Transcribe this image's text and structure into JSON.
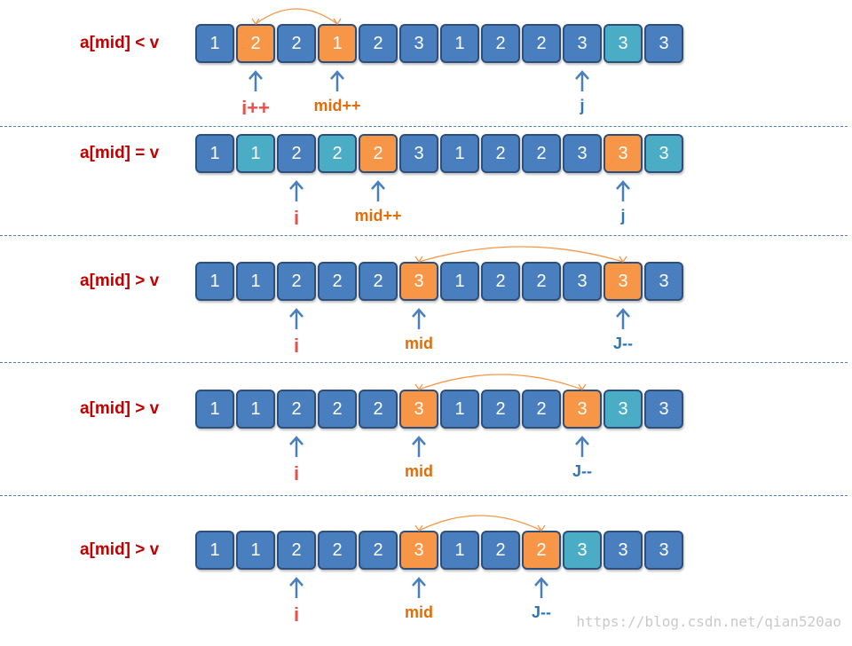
{
  "colors": {
    "normal": "#4a7fbf",
    "highlight": "#f79646",
    "teal": "#4bacc6",
    "condition_text": "#c00000",
    "i_label": "#e8504a",
    "mid_label": "#e36c09",
    "j_label": "#2e75b6",
    "arrow": "#4a7fbf",
    "swap_arc": "#f79646"
  },
  "rows": [
    {
      "condition": "a[mid] < v",
      "cells": [
        {
          "value": "1",
          "style": "normal"
        },
        {
          "value": "2",
          "style": "highlight"
        },
        {
          "value": "2",
          "style": "normal"
        },
        {
          "value": "1",
          "style": "highlight"
        },
        {
          "value": "2",
          "style": "normal"
        },
        {
          "value": "3",
          "style": "normal"
        },
        {
          "value": "1",
          "style": "normal"
        },
        {
          "value": "2",
          "style": "normal"
        },
        {
          "value": "2",
          "style": "normal"
        },
        {
          "value": "3",
          "style": "normal"
        },
        {
          "value": "3",
          "style": "teal"
        },
        {
          "value": "3",
          "style": "normal"
        }
      ],
      "swap": [
        1,
        3
      ],
      "pointers": [
        {
          "label": "i++",
          "cell": 1,
          "kind": "i"
        },
        {
          "label": "mid++",
          "cell": 3,
          "kind": "mid"
        },
        {
          "label": "j",
          "cell": 9,
          "kind": "j"
        }
      ]
    },
    {
      "condition": "a[mid] = v",
      "cells": [
        {
          "value": "1",
          "style": "normal"
        },
        {
          "value": "1",
          "style": "teal"
        },
        {
          "value": "2",
          "style": "normal"
        },
        {
          "value": "2",
          "style": "teal"
        },
        {
          "value": "2",
          "style": "highlight"
        },
        {
          "value": "3",
          "style": "normal"
        },
        {
          "value": "1",
          "style": "normal"
        },
        {
          "value": "2",
          "style": "normal"
        },
        {
          "value": "2",
          "style": "normal"
        },
        {
          "value": "3",
          "style": "normal"
        },
        {
          "value": "3",
          "style": "highlight"
        },
        {
          "value": "3",
          "style": "teal"
        }
      ],
      "swap": null,
      "pointers": [
        {
          "label": "i",
          "cell": 2,
          "kind": "i"
        },
        {
          "label": "mid++",
          "cell": 4,
          "kind": "mid"
        },
        {
          "label": "j",
          "cell": 10,
          "kind": "j"
        }
      ]
    },
    {
      "condition": "a[mid] > v",
      "cells": [
        {
          "value": "1",
          "style": "normal"
        },
        {
          "value": "1",
          "style": "normal"
        },
        {
          "value": "2",
          "style": "normal"
        },
        {
          "value": "2",
          "style": "normal"
        },
        {
          "value": "2",
          "style": "normal"
        },
        {
          "value": "3",
          "style": "highlight"
        },
        {
          "value": "1",
          "style": "normal"
        },
        {
          "value": "2",
          "style": "normal"
        },
        {
          "value": "2",
          "style": "normal"
        },
        {
          "value": "3",
          "style": "normal"
        },
        {
          "value": "3",
          "style": "highlight"
        },
        {
          "value": "3",
          "style": "normal"
        }
      ],
      "swap": [
        5,
        10
      ],
      "pointers": [
        {
          "label": "i",
          "cell": 2,
          "kind": "i"
        },
        {
          "label": "mid",
          "cell": 5,
          "kind": "mid"
        },
        {
          "label": "J--",
          "cell": 10,
          "kind": "j"
        }
      ]
    },
    {
      "condition": "a[mid] > v",
      "cells": [
        {
          "value": "1",
          "style": "normal"
        },
        {
          "value": "1",
          "style": "normal"
        },
        {
          "value": "2",
          "style": "normal"
        },
        {
          "value": "2",
          "style": "normal"
        },
        {
          "value": "2",
          "style": "normal"
        },
        {
          "value": "3",
          "style": "highlight"
        },
        {
          "value": "1",
          "style": "normal"
        },
        {
          "value": "2",
          "style": "normal"
        },
        {
          "value": "2",
          "style": "normal"
        },
        {
          "value": "3",
          "style": "highlight"
        },
        {
          "value": "3",
          "style": "teal"
        },
        {
          "value": "3",
          "style": "normal"
        }
      ],
      "swap": [
        5,
        9
      ],
      "pointers": [
        {
          "label": "i",
          "cell": 2,
          "kind": "i"
        },
        {
          "label": "mid",
          "cell": 5,
          "kind": "mid"
        },
        {
          "label": "J--",
          "cell": 9,
          "kind": "j"
        }
      ]
    },
    {
      "condition": "a[mid] > v",
      "cells": [
        {
          "value": "1",
          "style": "normal"
        },
        {
          "value": "1",
          "style": "normal"
        },
        {
          "value": "2",
          "style": "normal"
        },
        {
          "value": "2",
          "style": "normal"
        },
        {
          "value": "2",
          "style": "normal"
        },
        {
          "value": "3",
          "style": "highlight"
        },
        {
          "value": "1",
          "style": "normal"
        },
        {
          "value": "2",
          "style": "normal"
        },
        {
          "value": "2",
          "style": "highlight"
        },
        {
          "value": "3",
          "style": "teal"
        },
        {
          "value": "3",
          "style": "normal"
        },
        {
          "value": "3",
          "style": "normal"
        }
      ],
      "swap": [
        5,
        8
      ],
      "pointers": [
        {
          "label": "i",
          "cell": 2,
          "kind": "i"
        },
        {
          "label": "mid",
          "cell": 5,
          "kind": "mid"
        },
        {
          "label": "J--",
          "cell": 8,
          "kind": "j"
        }
      ]
    }
  ],
  "watermark": "https://blog.csdn.net/qian520ao"
}
